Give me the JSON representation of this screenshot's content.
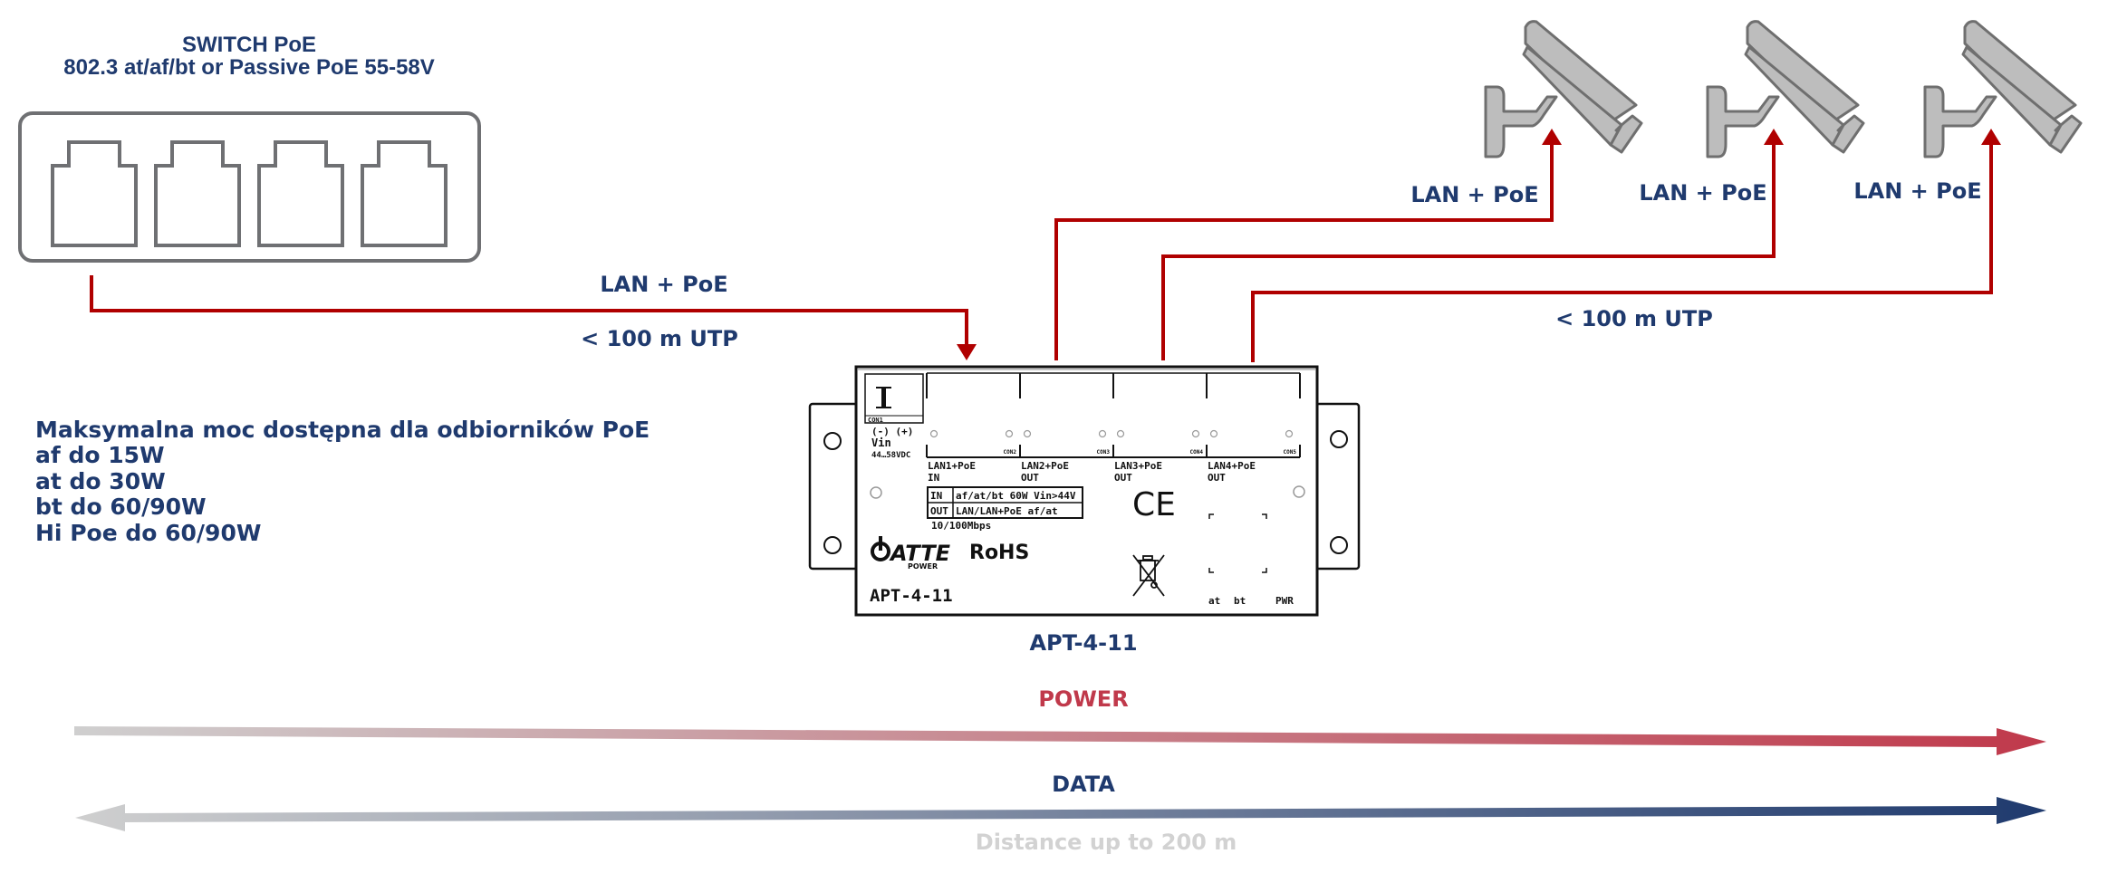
{
  "switch": {
    "title_line1": "SWITCH PoE",
    "title_line2": "802.3 at/af/bt or Passive PoE 55-58V",
    "port_count": 4
  },
  "uplink": {
    "label_top": "LAN + PoE",
    "label_bottom": "< 100 m UTP"
  },
  "cameras": [
    {
      "label": "LAN + PoE",
      "icon": "cctv-camera-icon"
    },
    {
      "label": "LAN + PoE",
      "icon": "cctv-camera-icon"
    },
    {
      "label": "LAN + PoE",
      "icon": "cctv-camera-icon"
    }
  ],
  "downlink": {
    "label": "< 100 m UTP"
  },
  "power_info": {
    "lines": [
      "Maksymalna moc dostępna dla odbiorników PoE",
      "af do 15W",
      "at do 30W",
      "bt do 60/90W",
      "Hi Poe do 60/90W"
    ]
  },
  "device": {
    "name": "APT-4-11",
    "caption": "APT-4-11",
    "terminal": {
      "con_label": "CON1",
      "polarity": "(-)  (+)",
      "vin": "Vin",
      "voltage": "44…58VDC"
    },
    "ports": [
      {
        "con": "CON2",
        "line1": "LAN1+PoE",
        "line2": "IN"
      },
      {
        "con": "CON3",
        "line1": "LAN2+PoE",
        "line2": "OUT"
      },
      {
        "con": "CON4",
        "line1": "LAN3+PoE",
        "line2": "OUT"
      },
      {
        "con": "CON5",
        "line1": "LAN4+PoE",
        "line2": "OUT"
      }
    ],
    "spec_table": [
      {
        "k": "IN",
        "v": "af/at/bt 60W Vin>44V"
      },
      {
        "k": "OUT",
        "v": "LAN/LAN+PoE af/at"
      }
    ],
    "speed": "10/100Mbps",
    "brand": "ATTE",
    "brand_sub": "POWER",
    "rohs": "RoHS",
    "ce": "CE",
    "leds": [
      "at",
      "bt",
      "PWR"
    ]
  },
  "legend": {
    "power_label": "POWER",
    "data_label": "DATA",
    "distance_label": "Distance up to 200 m"
  },
  "colors": {
    "cable": "#b00000",
    "text_blue": "#1f3a6e",
    "power": "#c0394b",
    "data": "#1f3a6e",
    "fade": "#cccccc"
  }
}
